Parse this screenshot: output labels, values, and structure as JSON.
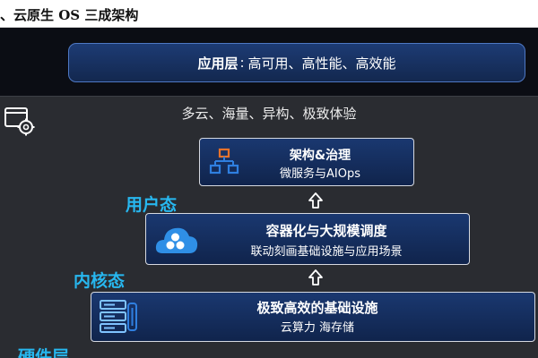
{
  "heading": "、云原生 OS 三成架构",
  "app_layer": {
    "label": "应用层",
    "separator": ":",
    "text": "高可用、高性能、高效能"
  },
  "platform": {
    "caption": "多云、海量、异构、极致体验",
    "icon": "settings-window-icon",
    "tiers": [
      {
        "label": "用户态",
        "title": "架构&治理",
        "subtitle": "微服务与AIOps",
        "icon": "org-structure-icon"
      },
      {
        "label": "内核态",
        "title": "容器化与大规模调度",
        "subtitle": "联动刻画基础设施与应用场景",
        "icon": "cloud-cluster-icon"
      },
      {
        "label": "硬件层",
        "title": "极致高效的基础设施",
        "subtitle": "云算力 海存储",
        "icon": "server-rack-icon"
      }
    ],
    "arrow_icon": "up-arrow-icon"
  },
  "colors": {
    "background": "#0b0d14",
    "panel": "#2a2c31",
    "box_fill": "#1a3870",
    "box_border": "#d6d9e0",
    "label_accent": "#27b7ef",
    "icon_orange": "#e8722a",
    "icon_blue": "#2f7fe0"
  }
}
